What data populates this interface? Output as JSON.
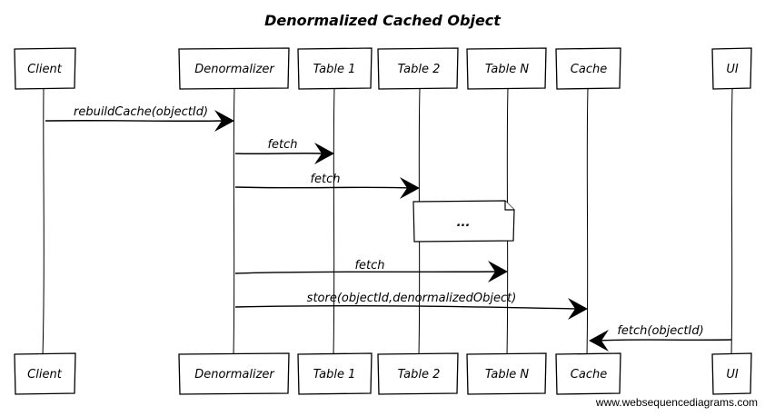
{
  "title": "Denormalized Cached Object",
  "participants": [
    {
      "id": "client",
      "label": "Client"
    },
    {
      "id": "denormalizer",
      "label": "Denormalizer"
    },
    {
      "id": "table1",
      "label": "Table 1"
    },
    {
      "id": "table2",
      "label": "Table 2"
    },
    {
      "id": "tablen",
      "label": "Table N"
    },
    {
      "id": "cache",
      "label": "Cache"
    },
    {
      "id": "ui",
      "label": "UI"
    }
  ],
  "messages": [
    {
      "from": "client",
      "to": "denormalizer",
      "label": "rebuildCache(objectId)"
    },
    {
      "from": "denormalizer",
      "to": "table1",
      "label": "fetch"
    },
    {
      "from": "denormalizer",
      "to": "table2",
      "label": "fetch"
    },
    {
      "from": "denormalizer",
      "to": "tablen",
      "label": "fetch"
    },
    {
      "from": "denormalizer",
      "to": "cache",
      "label": "store(objectId,denormalizedObject)"
    },
    {
      "from": "ui",
      "to": "cache",
      "label": "fetch(objectId)"
    }
  ],
  "note": {
    "text": "..."
  },
  "watermark": "www.websequencediagrams.com"
}
